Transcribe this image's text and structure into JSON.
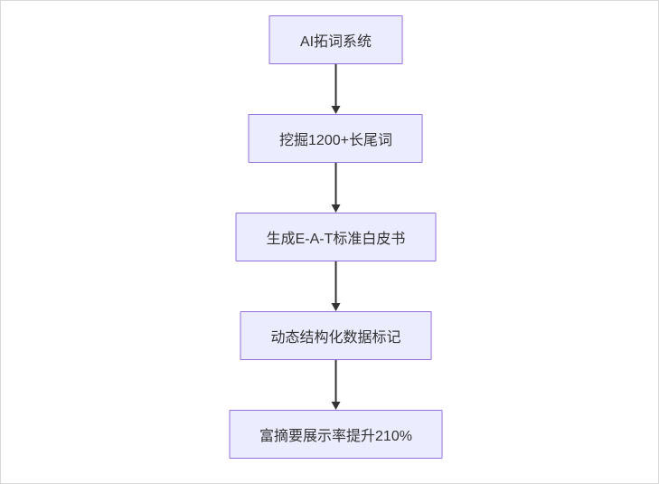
{
  "diagram": {
    "type": "flowchart-vertical",
    "nodes": [
      {
        "label": "AI拓词系统"
      },
      {
        "label": "挖掘1200+长尾词"
      },
      {
        "label": "生成E-A-T标准白皮书"
      },
      {
        "label": "动态结构化数据标记"
      },
      {
        "label": "富摘要展示率提升210%"
      }
    ],
    "edges": [
      {
        "from": 0,
        "to": 1,
        "style": "arrow-down"
      },
      {
        "from": 1,
        "to": 2,
        "style": "arrow-down"
      },
      {
        "from": 2,
        "to": 3,
        "style": "arrow-down"
      },
      {
        "from": 3,
        "to": 4,
        "style": "arrow-down"
      }
    ],
    "colors": {
      "node_fill": "#ECECFF",
      "node_border": "#9370DB",
      "arrow": "#333333",
      "text": "#333333",
      "canvas_border": "#d9d9d9",
      "canvas_background": "#ffffff"
    }
  }
}
